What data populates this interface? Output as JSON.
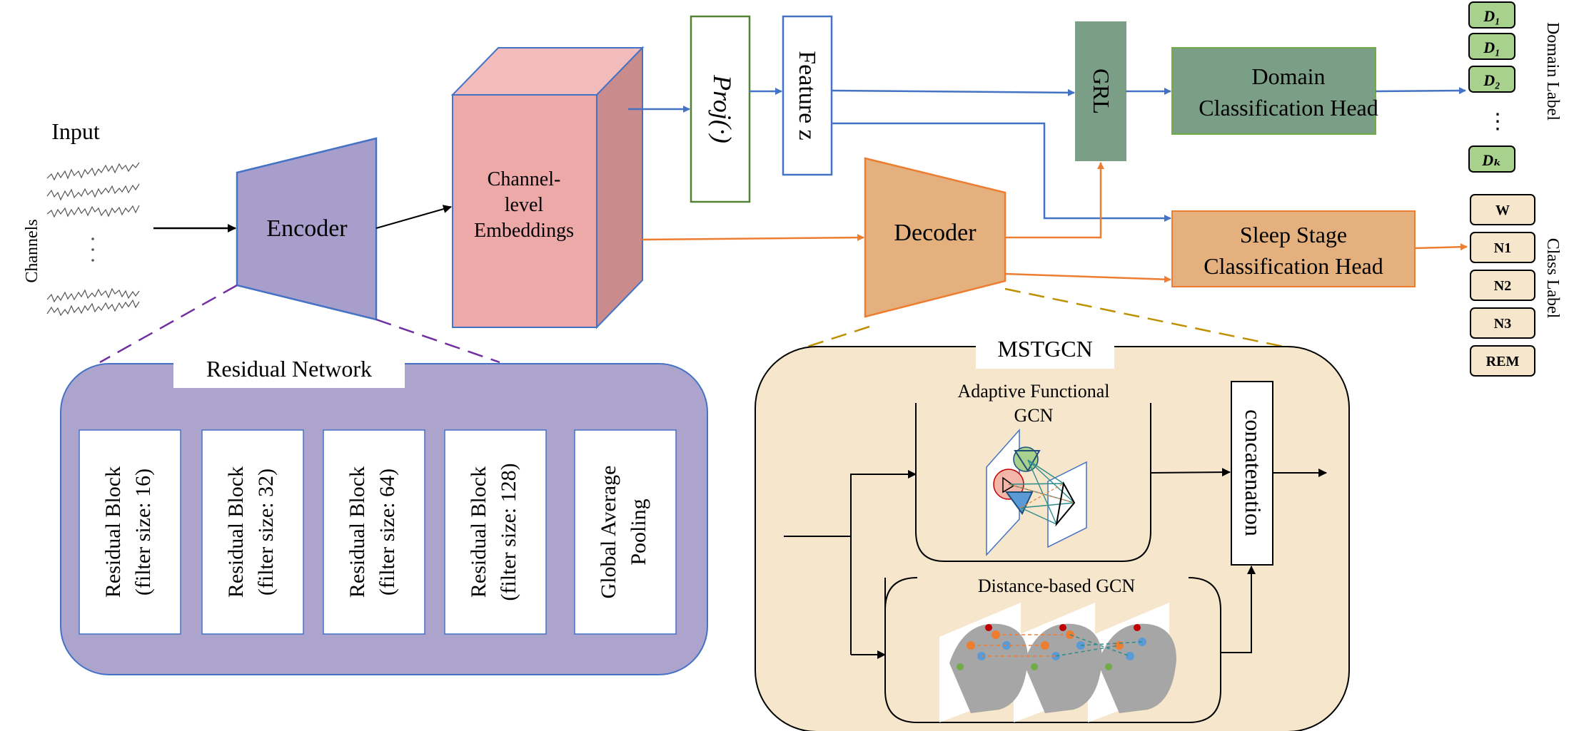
{
  "input": {
    "title": "Input",
    "channels_label": "Channels"
  },
  "encoder": {
    "label": "Encoder"
  },
  "embeddings": {
    "line1": "Channel-",
    "line2": "level",
    "line3": "Embeddings"
  },
  "proj": {
    "label": "Proj(·)"
  },
  "feature": {
    "label": "Feature z"
  },
  "grl": {
    "label": "GRL"
  },
  "domain_head": {
    "line1": "Domain",
    "line2": "Classification Head"
  },
  "decoder": {
    "label": "Decoder"
  },
  "sleep_head": {
    "line1": "Sleep Stage",
    "line2": "Classification Head"
  },
  "domain_labels": {
    "title": "Domain Label",
    "items": [
      "D₁",
      "D₁",
      "D₂",
      "Dₖ"
    ],
    "ellipsis": "⋮"
  },
  "class_labels": {
    "title": "Class Label",
    "items": [
      "W",
      "N1",
      "N2",
      "N3",
      "REM"
    ]
  },
  "residual_network": {
    "title": "Residual Network",
    "blocks": [
      {
        "line1": "Residual Block",
        "line2": "(filter size: 16)"
      },
      {
        "line1": "Residual Block",
        "line2": "(filter size: 32)"
      },
      {
        "line1": "Residual Block",
        "line2": "(filter size: 64)"
      },
      {
        "line1": "Residual Block",
        "line2": "(filter size: 128)"
      },
      {
        "line1": "Global Average",
        "line2": "Pooling"
      }
    ]
  },
  "mstgcn": {
    "title": "MSTGCN",
    "adaptive_line1": "Adaptive Functional",
    "adaptive_line2": "GCN",
    "distance": "Distance-based GCN",
    "concat": "concatenation"
  },
  "colors": {
    "blue_arrow": "#4472c4",
    "orange_arrow": "#ed7d31",
    "encoder_fill": "#a89ecb",
    "embed_front": "#eda8a8",
    "embed_top": "#f2bcbc",
    "embed_side": "#c98b8b",
    "grl_fill": "#7a9e86",
    "domain_head_fill": "#7a9e86",
    "domain_label_fill": "#a9d18e",
    "decoder_fill": "#e3b07e",
    "sleep_head_fill": "#e3b07e",
    "class_label_fill": "#f6e6cb",
    "resnet_fill": "#ada4ce",
    "mstgcn_fill": "#f6e6cb",
    "purple_dash": "#7030a0",
    "gold_dash": "#bf9000"
  }
}
